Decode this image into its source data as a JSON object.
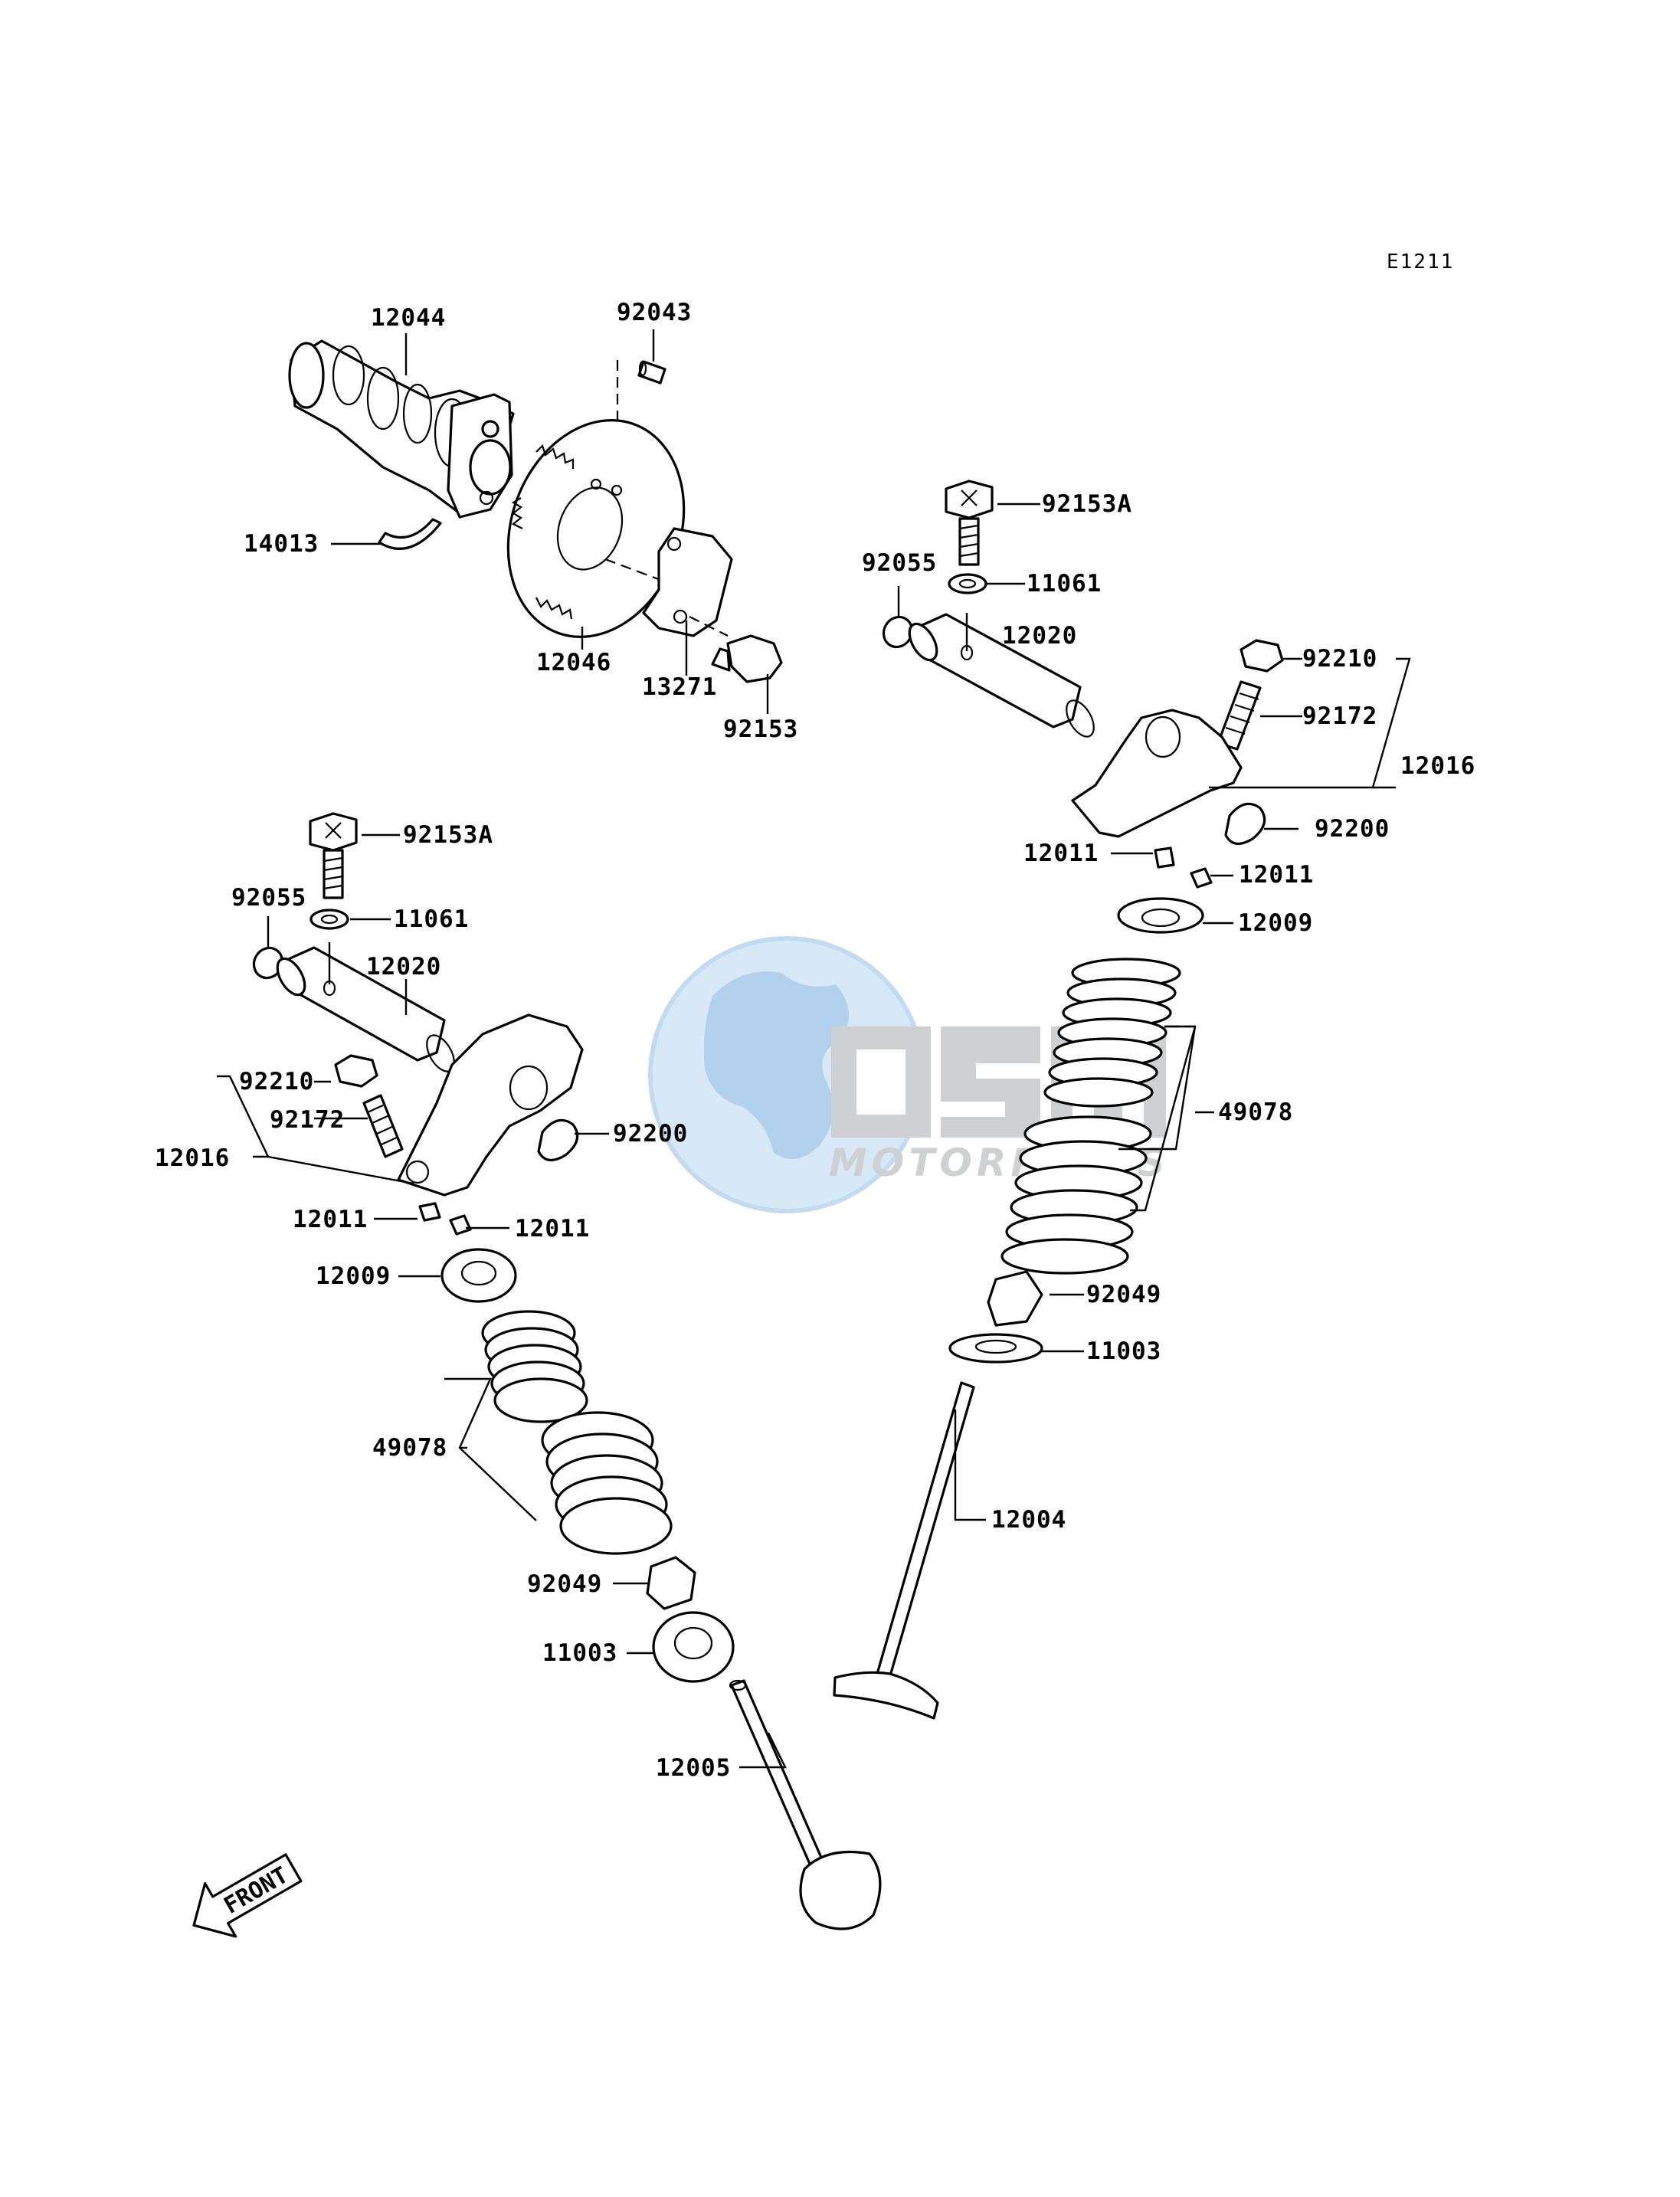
{
  "diagram_code": "E1211",
  "watermark": {
    "brand": "OSM",
    "tagline": "MOTORPARTS",
    "colors": {
      "globe": "#b9d9f2",
      "text": "#c9cbce"
    }
  },
  "front_marker": "FRONT",
  "callouts": {
    "c12044": "12044",
    "c92043": "92043",
    "c14013": "14013",
    "c12046": "12046",
    "c13271": "13271",
    "c92153": "92153",
    "c92153A_r": "92153A",
    "c92055_r": "92055",
    "c11061_r": "11061",
    "c12020_r": "12020",
    "c92210_r": "92210",
    "c92172_r": "92172",
    "c12016_r": "12016",
    "c92200_r": "92200",
    "c12011_r1": "12011",
    "c12011_r2": "12011",
    "c12009_r": "12009",
    "c49078_r": "49078",
    "c92049_r": "92049",
    "c11003_r": "11003",
    "c12004": "12004",
    "c92153A_l": "92153A",
    "c92055_l": "92055",
    "c11061_l": "11061",
    "c12020_l": "12020",
    "c92210_l": "92210",
    "c92172_l": "92172",
    "c12016_l": "12016",
    "c92200_l": "92200",
    "c12011_l1": "12011",
    "c12011_l2": "12011",
    "c12009_l": "12009",
    "c49078_l": "49078",
    "c92049_l": "92049",
    "c11003_l": "11003",
    "c12005": "12005"
  }
}
